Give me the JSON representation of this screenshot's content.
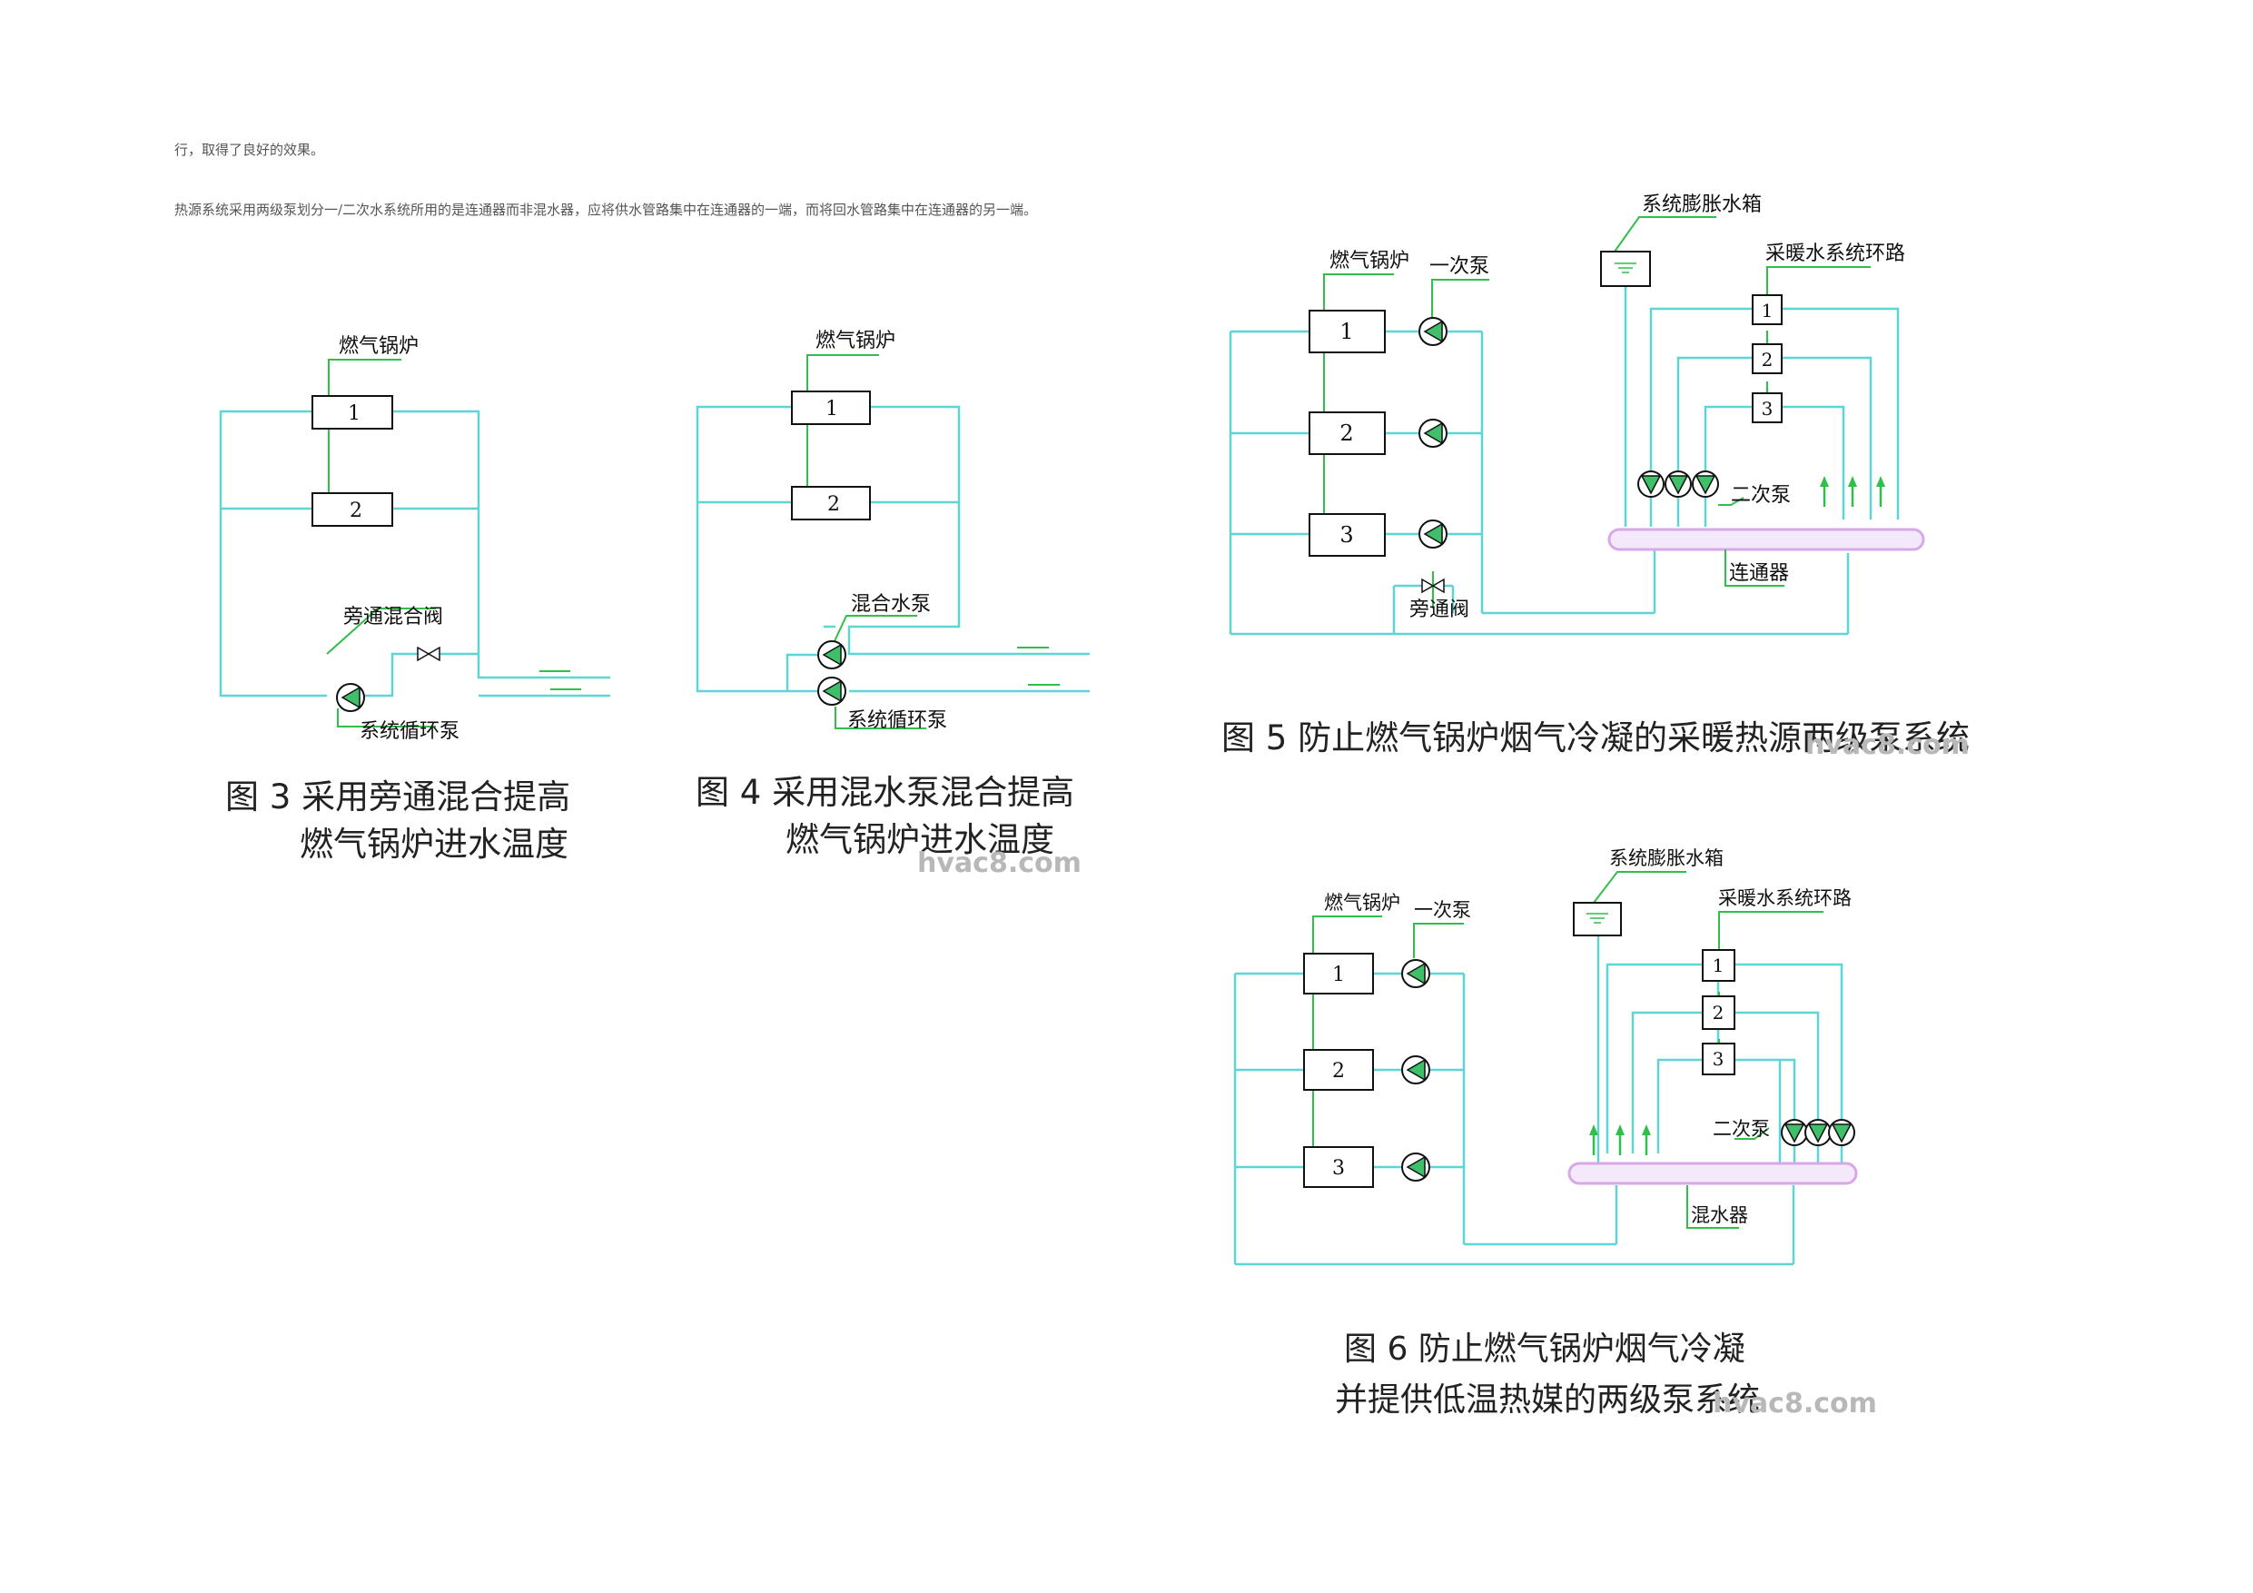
{
  "text": {
    "line1": "行，取得了良好的效果。",
    "para2": "热源系统采用两级泵划分一/二次水系统所用的是连通器而非混水器，应将供水管路集中在连通器的一端，而将回水管路集中在连通器的另一端。"
  },
  "fig3": {
    "boiler": "燃气锅炉",
    "n1": "1",
    "n2": "2",
    "bypass": "旁通混合阀",
    "pump": "系统循环泵",
    "cap1": "图 3 采用旁通混合提高",
    "cap2": "燃气锅炉进水温度"
  },
  "fig4": {
    "boiler": "燃气锅炉",
    "n1": "1",
    "n2": "2",
    "mix": "混合水泵",
    "pump": "系统循环泵",
    "cap1": "图 4 采用混水泵混合提高",
    "cap2": "燃气锅炉进水温度",
    "wm": "hvac8.com"
  },
  "fig5": {
    "boiler": "燃气锅炉",
    "p1": "一次泵",
    "tank": "系统膨胀水箱",
    "loop": "采暖水系统环路",
    "b1": "1",
    "b2": "2",
    "b3": "3",
    "r1": "1",
    "r2": "2",
    "r3": "3",
    "p2": "二次泵",
    "conn": "连通器",
    "valve": "旁通阀",
    "cap": "图 5 防止燃气锅炉烟气冷凝的采暖热源两级泵系统",
    "wm": "hvac8.com"
  },
  "fig6": {
    "boiler": "燃气锅炉",
    "p1": "一次泵",
    "tank": "系统膨胀水箱",
    "loop": "采暖水系统环路",
    "b1": "1",
    "b2": "2",
    "b3": "3",
    "r1": "1",
    "r2": "2",
    "r3": "3",
    "p2": "二次泵",
    "mixer": "混水器",
    "cap1": "图 6 防止燃气锅炉烟气冷凝",
    "cap2": "并提供低温热媒的两级泵系统",
    "wm": "hvac8.com"
  },
  "colors": {
    "pipe": "#5fd4d4",
    "leader": "#2fbf4a",
    "box": "#111111",
    "pump": "#3fbf6a",
    "header": "#d8a8e8"
  }
}
